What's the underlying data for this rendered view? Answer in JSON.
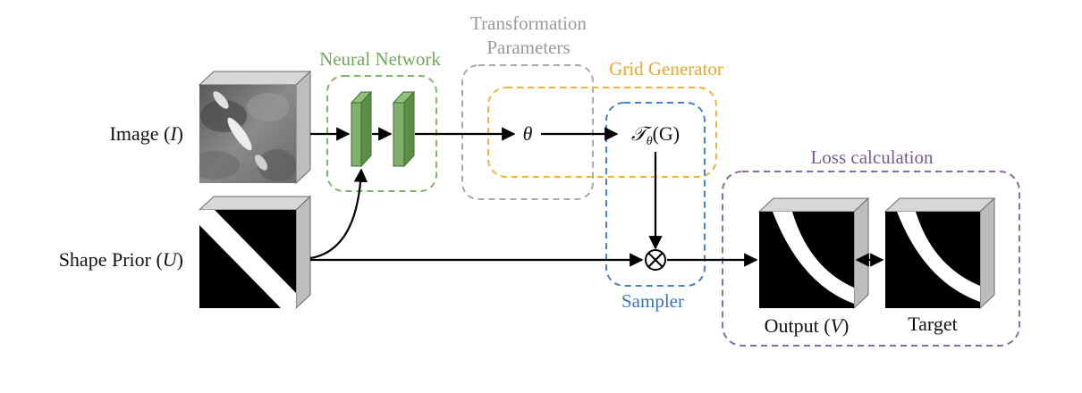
{
  "diagram": {
    "groups": {
      "neural_network": {
        "label": "Neural Network",
        "color": "#6fa85a"
      },
      "transformation_parameters": {
        "label_line1": "Transformation",
        "label_line2": "Parameters",
        "color": "#9a9a9a"
      },
      "grid_generator": {
        "label": "Grid Generator",
        "color": "#e9a92a"
      },
      "sampler": {
        "label": "Sampler",
        "color": "#3b74b7"
      },
      "loss_calculation": {
        "label": "Loss calculation",
        "color": "#7a5a92"
      }
    },
    "inputs": {
      "image": {
        "label": "Image",
        "symbol": "I"
      },
      "shape_prior": {
        "label": "Shape Prior",
        "symbol": "U"
      }
    },
    "nodes": {
      "theta": {
        "symbol": "θ"
      },
      "grid": {
        "symbol": "𝒯",
        "subscript": "θ",
        "argument": "(G)"
      },
      "sampler_op": {
        "symbol": "⊗"
      }
    },
    "outputs": {
      "output": {
        "label": "Output",
        "symbol": "V"
      },
      "target": {
        "label": "Target"
      }
    },
    "colors": {
      "cube_side": "#bdbdbd",
      "cube_top": "#d7d7d7",
      "layer_front": "#7fb06a",
      "layer_side": "#5c8f4a"
    }
  }
}
